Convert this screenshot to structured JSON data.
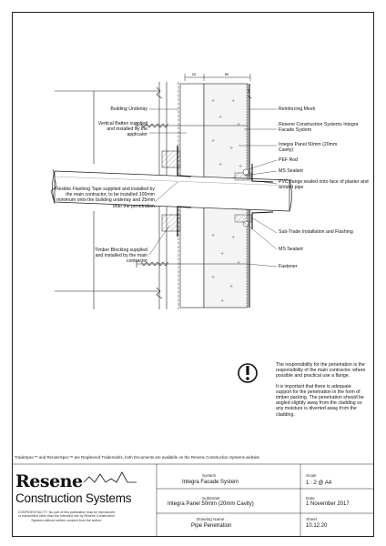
{
  "drawing": {
    "dimensions": [
      "20",
      "50"
    ],
    "labels_left": [
      "Building Underlay",
      "Vertical Batten supplied and installed by the applicator",
      "Flexible Flashing Tape supplied and installed by the main contractor, to be installed 100mm minimum onto the building underlay and 25mm onto the penetration",
      "Timber Blocking supplied and installed by the main contractor"
    ],
    "labels_right": [
      "Reinforcing Mesh",
      "Resene Construction Systems Integra Facade System",
      "Integra Panel 50mm (20mm Cavity)",
      "PEF Rod",
      "MS Sealant",
      "PVC flange sealed onto face of plaster and around pipe",
      "Sub-Trade Installation and Flashing",
      "MS Sealant",
      "Fastener"
    ]
  },
  "note": {
    "icon": "warning-icon",
    "paragraph1": "The responsibility for the penetration is the responsibility of the main contractor, where possible and practical use a flange.",
    "paragraph2": "It is important that there is adequate support for the penetration in the form of timber packing. The penetration should be angled slightly away from the cladding so any moisture is diverted away from the cladding."
  },
  "trademark": "TradeSpec™ and RenderSpec™ are Registered Trademarks, both Documents are available on the Resene Construction Systems website",
  "title_block": {
    "logo_line1": "Resene",
    "logo_line2": "Construction Systems",
    "confidentiality": "CONFIDENTIALITY: No part of this publication may be reproduced or transmitted other than the intended use by Resene Construction Systems without written consent from the author.",
    "system_label": "System",
    "system_value": "Integra Facade System",
    "substrate_label": "Substrate",
    "substrate_value": "Integra Panel 50mm (20mm Cavity)",
    "drawing_name_label": "Drawing Name",
    "drawing_name_value": "Pipe Penetration",
    "scale_label": "Scale",
    "scale_value": "1 : 2 @ A4",
    "date_label": "Date",
    "date_value": "1 November 2017",
    "sheet_label": "Sheet",
    "sheet_value": "10.12.20"
  },
  "colors": {
    "line": "#222222",
    "hatch": "#555555",
    "panel_fill": "#f4f4f4"
  }
}
